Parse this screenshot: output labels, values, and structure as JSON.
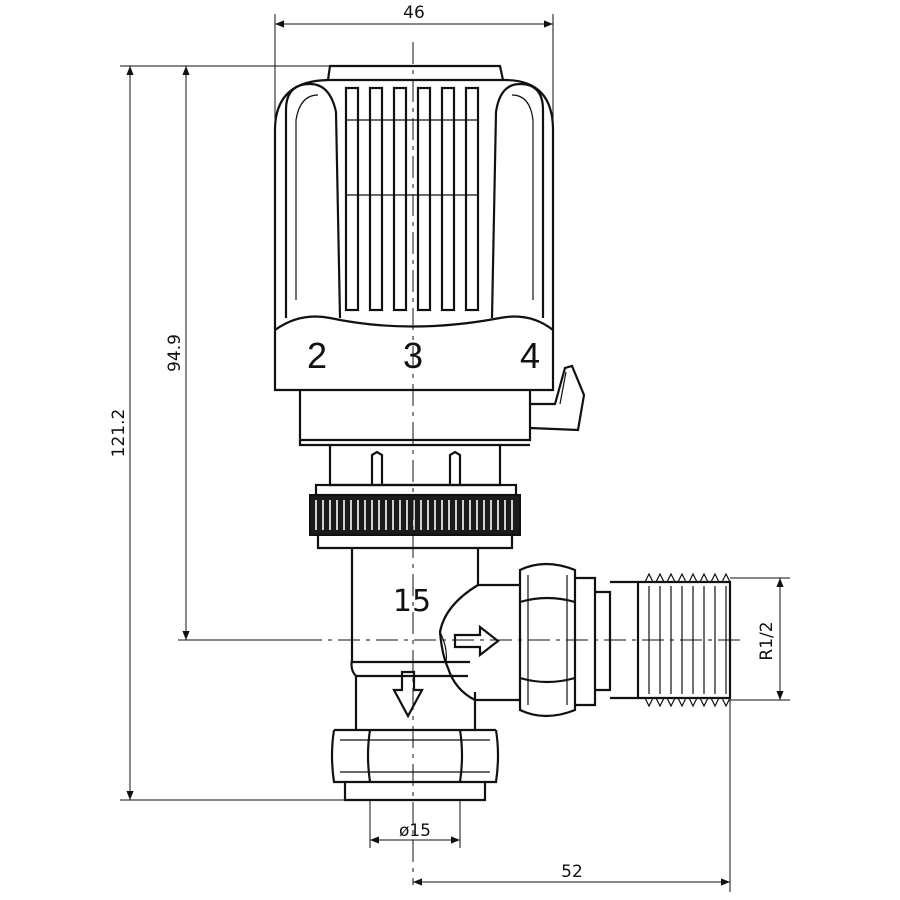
{
  "dimensions": {
    "width_top": "46",
    "height_total": "121.2",
    "height_axis": "94.9",
    "thread": "R1/2",
    "pipe_diameter": "ø15",
    "outlet_length": "52"
  },
  "dial_scale": [
    "2",
    "3",
    "4"
  ],
  "body_marking": "15"
}
